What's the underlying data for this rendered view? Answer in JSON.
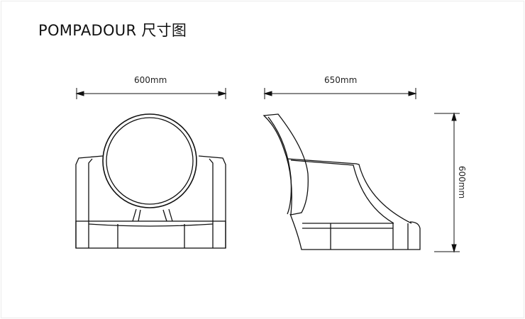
{
  "title": "POMPADOUR  尺寸图",
  "dimensions": {
    "front_width": "600mm",
    "side_depth": "650mm",
    "height": "600mm"
  },
  "views": [
    "front-view",
    "side-view"
  ]
}
